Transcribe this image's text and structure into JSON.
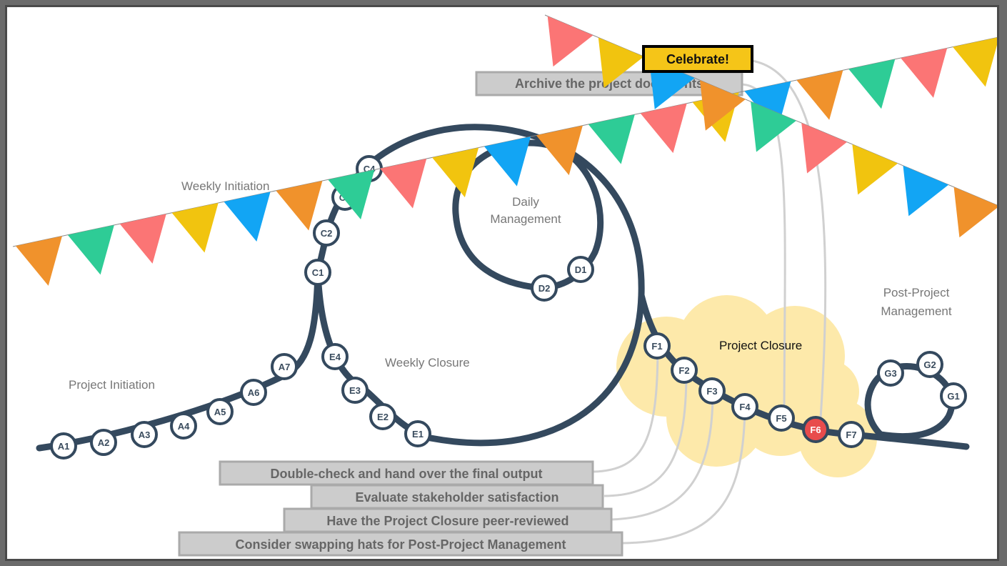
{
  "phases": {
    "project_initiation": "Project Initiation",
    "weekly_initiation": "Weekly Initiation",
    "daily_management_line1": "Daily",
    "daily_management_line2": "Management",
    "weekly_closure": "Weekly Closure",
    "project_closure": "Project Closure",
    "post_project_line1": "Post-Project",
    "post_project_line2": "Management"
  },
  "nodes": {
    "A1": "A1",
    "A2": "A2",
    "A3": "A3",
    "A4": "A4",
    "A5": "A5",
    "A6": "A6",
    "A7": "A7",
    "C1": "C1",
    "C2": "C2",
    "C3": "C3",
    "C4": "C4",
    "D1": "D1",
    "D2": "D2",
    "E1": "E1",
    "E2": "E2",
    "E3": "E3",
    "E4": "E4",
    "F1": "F1",
    "F2": "F2",
    "F3": "F3",
    "F4": "F4",
    "F5": "F5",
    "F6": "F6",
    "F7": "F7",
    "G1": "G1",
    "G2": "G2",
    "G3": "G3"
  },
  "active_node": "F6",
  "tasks": {
    "celebrate": "Celebrate!",
    "archive": "Archive the project documents",
    "double_check": "Double-check and hand over the final output",
    "evaluate": "Evaluate stakeholder satisfaction",
    "peer_review": "Have the Project Closure peer-reviewed",
    "swap_hats": "Consider swapping hats for Post-Project Management"
  },
  "colors": {
    "track": "#34495e",
    "node_fill": "#ffffff",
    "active_node": "#e84c4c",
    "cloud": "#fde9aa",
    "task_box": "#cccccc",
    "task_box_border": "#aaaaaa",
    "celebrate_fill": "#f5c518",
    "bunting": [
      "#f0922c",
      "#2ecc96",
      "#fb7575",
      "#f1c40f",
      "#12a5f4"
    ]
  }
}
